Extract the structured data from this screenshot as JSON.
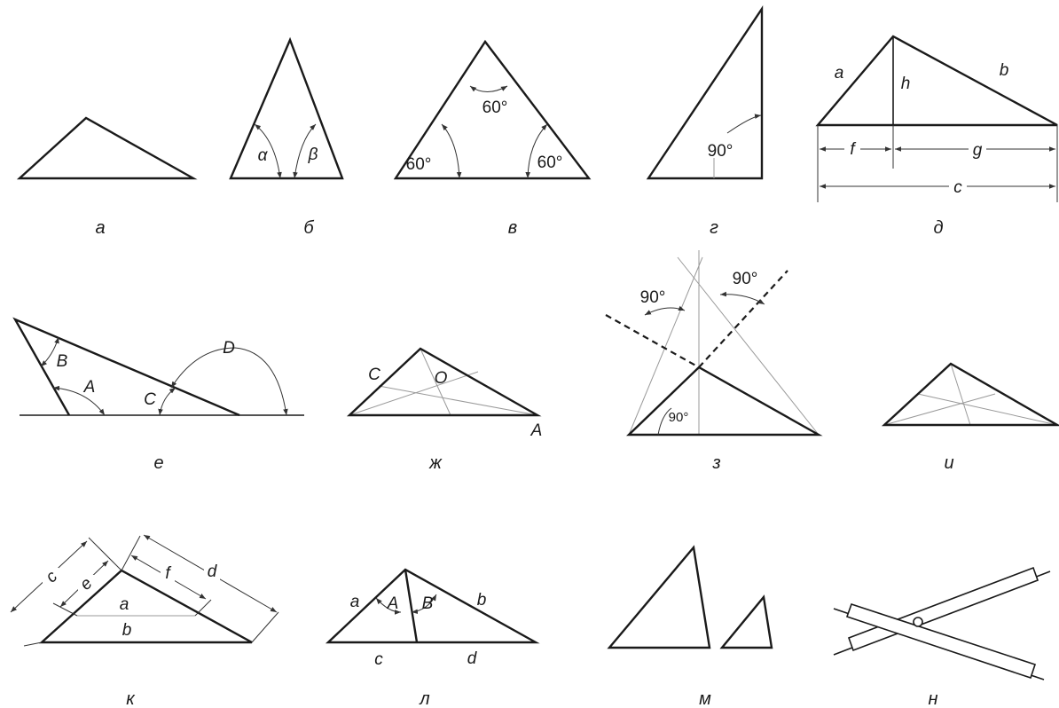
{
  "captions": [
    "а",
    "б",
    "в",
    "г",
    "д",
    "е",
    "ж",
    "з",
    "и",
    "к",
    "л",
    "м",
    "н"
  ],
  "b": {
    "alpha": "α",
    "beta": "β"
  },
  "v": {
    "top": "60°",
    "left": "60°",
    "right": "60°"
  },
  "g": {
    "angle": "90°"
  },
  "d": {
    "a": "a",
    "b": "b",
    "h": "h",
    "f": "f",
    "g": "g",
    "c": "c"
  },
  "e": {
    "B": "B",
    "A": "A",
    "C": "C",
    "D": "D"
  },
  "zh": {
    "C": "C",
    "O": "O",
    "A": "A"
  },
  "z": {
    "left": "90°",
    "right": "90°",
    "bottom": "90°"
  },
  "k": {
    "c": "c",
    "e": "e",
    "f": "f",
    "d": "d",
    "a": "a",
    "b": "b"
  },
  "l": {
    "a": "a",
    "A": "A",
    "B": "B",
    "b": "b",
    "c": "c",
    "d": "d"
  }
}
